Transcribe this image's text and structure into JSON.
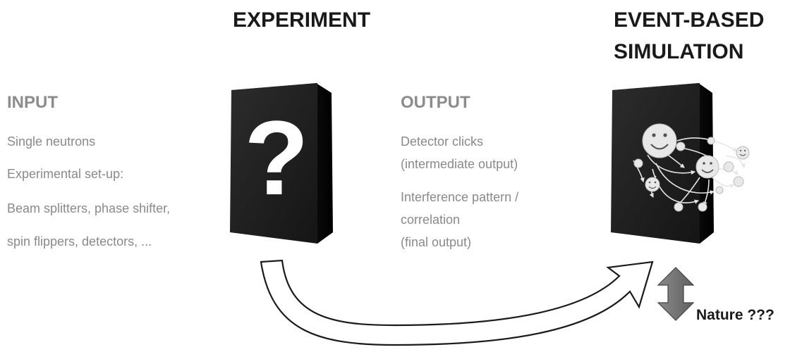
{
  "titles": {
    "experiment": "EXPERIMENT",
    "simulation_line1": "EVENT-BASED",
    "simulation_line2": "SIMULATION"
  },
  "input": {
    "heading": "INPUT",
    "items": [
      "Single neutrons",
      "Experimental set-up:",
      "Beam splitters, phase shifter,",
      "spin flippers, detectors, ..."
    ]
  },
  "output": {
    "heading": "OUTPUT",
    "items": [
      [
        "Detector clicks",
        "(intermediate output)"
      ],
      [
        "Interference pattern /",
        "correlation",
        "(final output)"
      ]
    ]
  },
  "experiment_box_symbol": "?",
  "nature_label": "Nature ???",
  "colors": {
    "box_front": "#1e1e1e",
    "box_side": "#000000",
    "box_top": "#5a5a5a",
    "heading_grey": "#8c8c8c",
    "text_grey": "#8a8a8a",
    "arrow_grey": "#7a7a7a"
  }
}
